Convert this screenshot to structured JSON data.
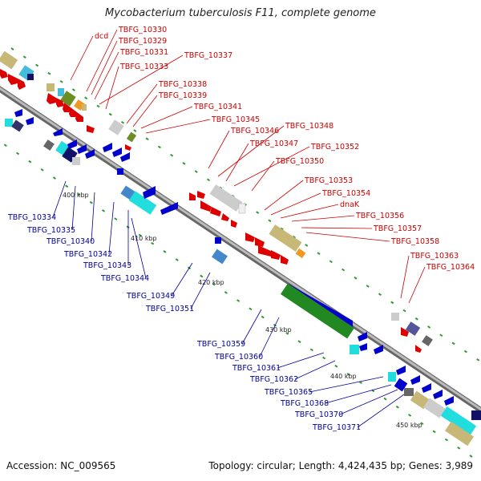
{
  "title": "Mycobacterium tuberculosis F11, complete genome",
  "footer": {
    "accession": "Accession: NC_009565",
    "summary": "Topology: circular; Length: 4,424,435 bp; Genes: 3,989"
  },
  "colors": {
    "forward_gene": "#dd0000",
    "reverse_gene": "#0000cc",
    "forward_label": "#cc0000",
    "reverse_label": "#000099",
    "backbone": "#888888",
    "tick": "#339933"
  },
  "kbp_labels": [
    "400 kbp",
    "410 kbp",
    "420 kbp",
    "430 kbp",
    "440 kbp",
    "450 kbp"
  ],
  "forward_labels": [
    "dcd",
    "TBFG_10330",
    "TBFG_10329",
    "TBFG_10331",
    "TBFG_10337",
    "TBFG_10333",
    "TBFG_10338",
    "TBFG_10339",
    "TBFG_10341",
    "TBFG_10345",
    "TBFG_10346",
    "TBFG_10348",
    "TBFG_10347",
    "TBFG_10352",
    "TBFG_10350",
    "TBFG_10353",
    "TBFG_10354",
    "dnaK",
    "TBFG_10356",
    "TBFG_10357",
    "TBFG_10358",
    "TBFG_10363",
    "TBFG_10364"
  ],
  "reverse_labels": [
    "TBFG_10334",
    "TBFG_10335",
    "TBFG_10340",
    "TBFG_10342",
    "TBFG_10343",
    "TBFG_10344",
    "TBFG_10349",
    "TBFG_10351",
    "TBFG_10359",
    "TBFG_10360",
    "TBFG_10361",
    "TBFG_10362",
    "TBFG_10365",
    "TBFG_10368",
    "TBFG_10370",
    "TBFG_10371"
  ]
}
